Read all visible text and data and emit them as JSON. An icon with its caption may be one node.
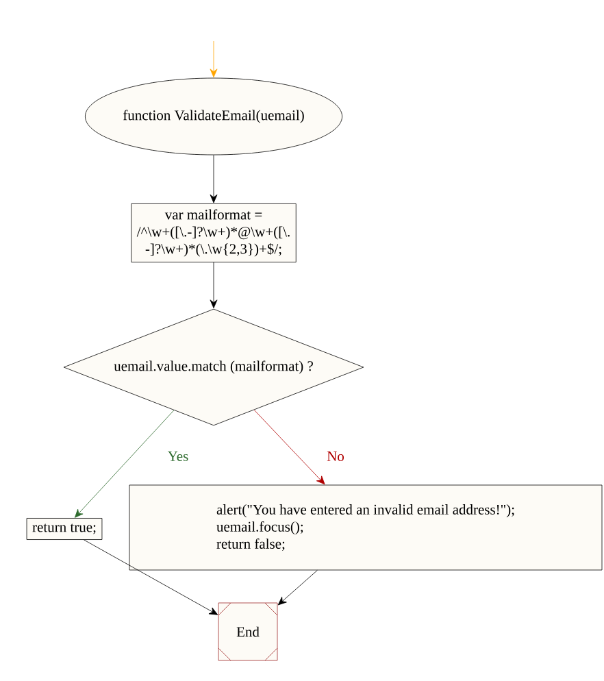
{
  "diagram": {
    "nodes": [
      {
        "text": [
          "function ValidateEmail(uemail)"
        ]
      },
      {
        "text": [
          "var mailformat =",
          "/^\\w+([\\.-]?\\w+)*@\\w+([\\.",
          "-]?\\w+)*(\\.\\w{2,3})+$/;"
        ]
      },
      {
        "text": [
          "uemail.value.match (mailformat) ?"
        ]
      },
      {
        "text": [
          "return true;"
        ]
      },
      {
        "text": [
          "alert(\"You have entered an invalid email address!\");",
          "uemail.focus();",
          "return false;"
        ]
      },
      {
        "text": [
          "End"
        ]
      }
    ],
    "edges": [
      {
        "from": null,
        "to": 0,
        "arrow": "to",
        "color": "#ffa500"
      },
      {
        "from": 0,
        "to": 1,
        "arrow": "to"
      },
      {
        "from": 1,
        "to": 2,
        "arrow": "to"
      },
      {
        "from": 2,
        "to": 3,
        "arrow": "to",
        "label": "Yes",
        "color": "#2d6a2d"
      },
      {
        "from": 2,
        "to": 4,
        "arrow": "to",
        "label": "No",
        "color": "#b00000"
      },
      {
        "from": 3,
        "to": 5,
        "arrow": "to"
      },
      {
        "from": 4,
        "to": 5,
        "arrow": "to"
      }
    ]
  }
}
